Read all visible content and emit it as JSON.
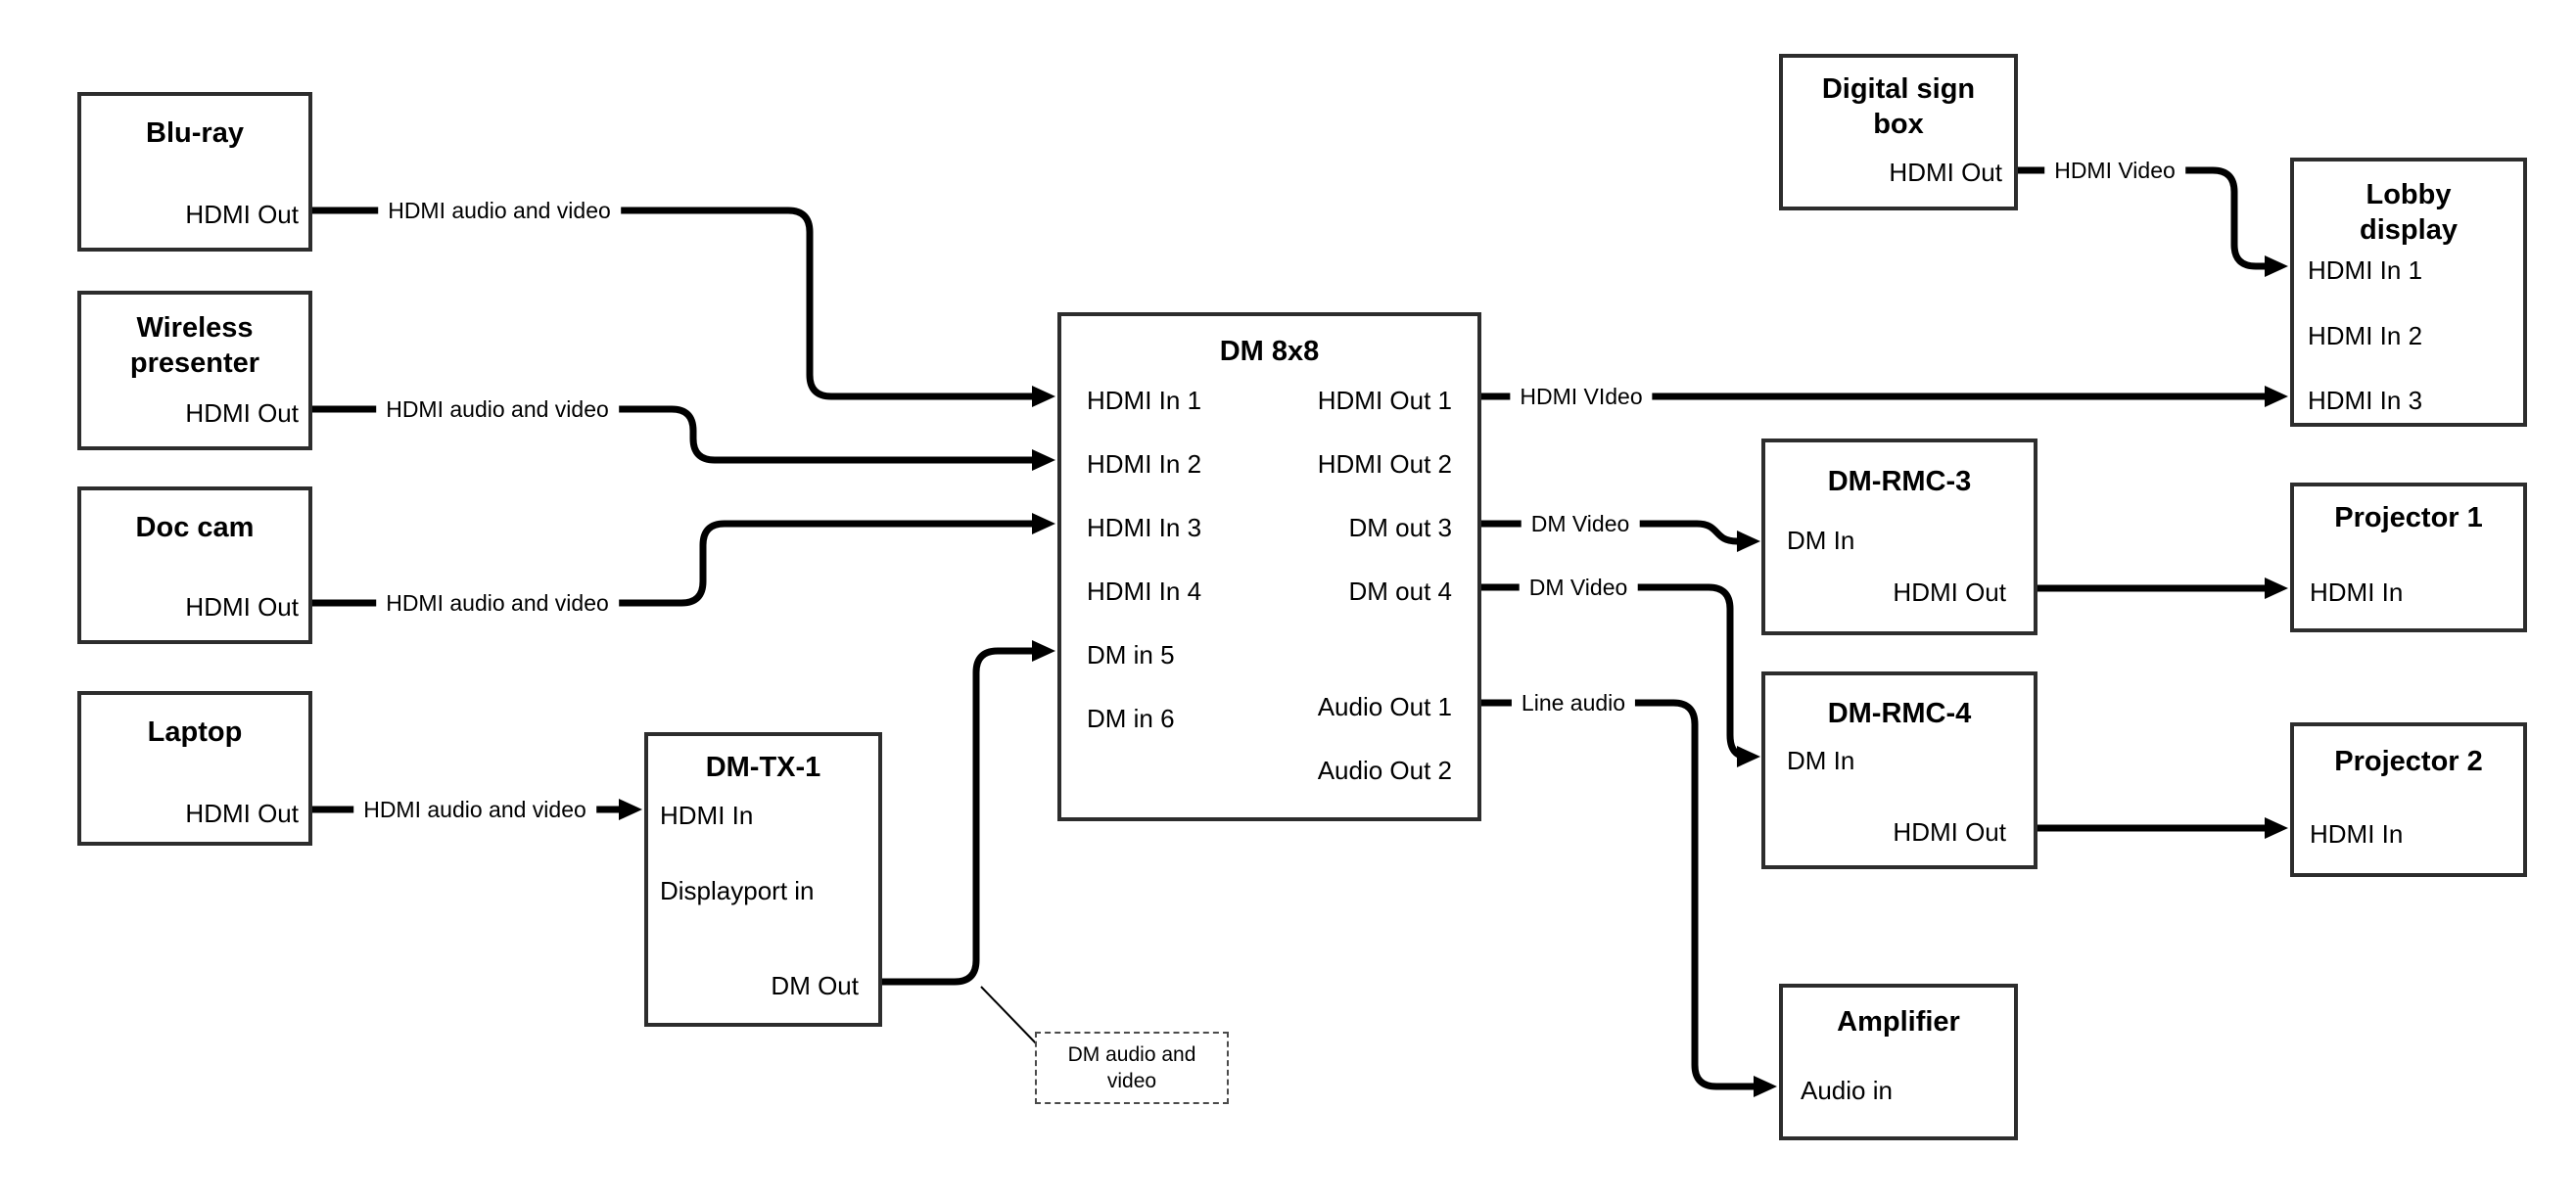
{
  "colors": {
    "background": "#ffffff",
    "wire": "#000000",
    "box_border": "#2d2d2d",
    "text": "#000000"
  },
  "boxes": {
    "bluray": {
      "title": "Blu-ray",
      "ports": {
        "hdmi_out": "HDMI Out"
      }
    },
    "wireless_presenter": {
      "title": "Wireless presenter",
      "ports": {
        "hdmi_out": "HDMI Out"
      }
    },
    "doc_cam": {
      "title": "Doc cam",
      "ports": {
        "hdmi_out": "HDMI Out"
      }
    },
    "laptop": {
      "title": "Laptop",
      "ports": {
        "hdmi_out": "HDMI Out"
      }
    },
    "dm_tx_1": {
      "title": "DM-TX-1",
      "ports": {
        "hdmi_in": "HDMI In",
        "displayport_in": "Displayport in",
        "dm_out": "DM Out"
      }
    },
    "dm_8x8": {
      "title": "DM 8x8",
      "left_ports": [
        "HDMI In 1",
        "HDMI In 2",
        "HDMI In 3",
        "HDMI In 4",
        "DM in 5",
        "DM in 6"
      ],
      "right_ports": [
        "HDMI Out 1",
        "HDMI Out 2",
        "DM out 3",
        "DM out 4",
        "Audio Out 1",
        "Audio Out 2"
      ]
    },
    "digital_sign_box": {
      "title": "Digital sign box",
      "ports": {
        "hdmi_out": "HDMI Out"
      }
    },
    "lobby_display": {
      "title": "Lobby display",
      "inputs": [
        "HDMI In 1",
        "HDMI In 2",
        "HDMI In 3"
      ]
    },
    "dm_rmc_3": {
      "title": "DM-RMC-3",
      "ports": {
        "dm_in": "DM In",
        "hdmi_out": "HDMI Out"
      }
    },
    "projector_1": {
      "title": "Projector 1",
      "ports": {
        "hdmi_in": "HDMI In"
      }
    },
    "dm_rmc_4": {
      "title": "DM-RMC-4",
      "ports": {
        "dm_in": "DM In",
        "hdmi_out": "HDMI Out"
      }
    },
    "projector_2": {
      "title": "Projector 2",
      "ports": {
        "hdmi_in": "HDMI In"
      }
    },
    "amplifier": {
      "title": "Amplifier",
      "ports": {
        "audio_in": "Audio in"
      }
    }
  },
  "wire_labels": {
    "bluray_av": "HDMI audio and video",
    "wireless_av": "HDMI audio and video",
    "doccam_av": "HDMI audio and video",
    "laptop_av": "HDMI audio and video",
    "sign_video": "HDMI Video",
    "out1_video": "HDMI VIdeo",
    "out3_video": "DM Video",
    "out4_video": "DM Video",
    "audio1_line": "Line audio"
  },
  "note": {
    "text": "DM audio and video"
  }
}
